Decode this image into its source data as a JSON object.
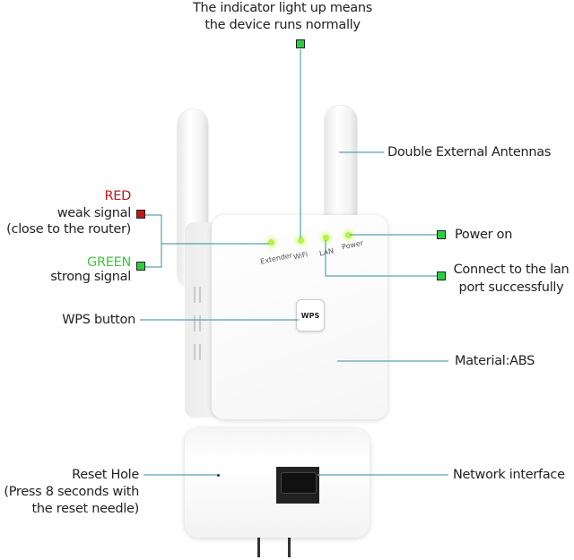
{
  "top_caption": {
    "line1": "The indicator light up means",
    "line2": "the device runs normally"
  },
  "antennas_label": "Double External Antennas",
  "signal": {
    "red_label": "RED",
    "red_line1": "weak signal",
    "red_line2": "(close to the router)",
    "green_label": "GREEN",
    "green_line1": "strong signal"
  },
  "power_on_label": "Power on",
  "lan_label": {
    "line1": "Connect to the lan",
    "line2": "port successfully"
  },
  "wps_label": "WPS button",
  "wps_button_text": "WPS",
  "material_label": "Material:ABS",
  "reset_label": {
    "line1": "Reset Hole",
    "line2": "(Press 8 seconds with",
    "line3": "the reset needle)"
  },
  "network_label": "Network interface",
  "leds": [
    "Extender",
    "WiFi",
    "LAN",
    "Power"
  ],
  "colors": {
    "red": "#c0161b",
    "green": "#3ec63e",
    "marker_green": "#2ecc40",
    "line": "#5aa3ad",
    "led": "#b6f24a"
  }
}
